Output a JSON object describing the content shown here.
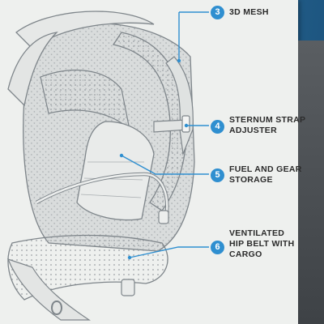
{
  "callouts": [
    {
      "number": "3",
      "label": "3D MESH"
    },
    {
      "number": "4",
      "label": "STERNUM STRAP\nADJUSTER"
    },
    {
      "number": "5",
      "label": "FUEL AND GEAR\nSTORAGE"
    },
    {
      "number": "6",
      "label": "VENTILATED\nHIP BELT WITH\nCARGO"
    }
  ],
  "colors": {
    "accent": "#2f8fd0",
    "card": "#eef0ee",
    "line": "#8f969b"
  }
}
